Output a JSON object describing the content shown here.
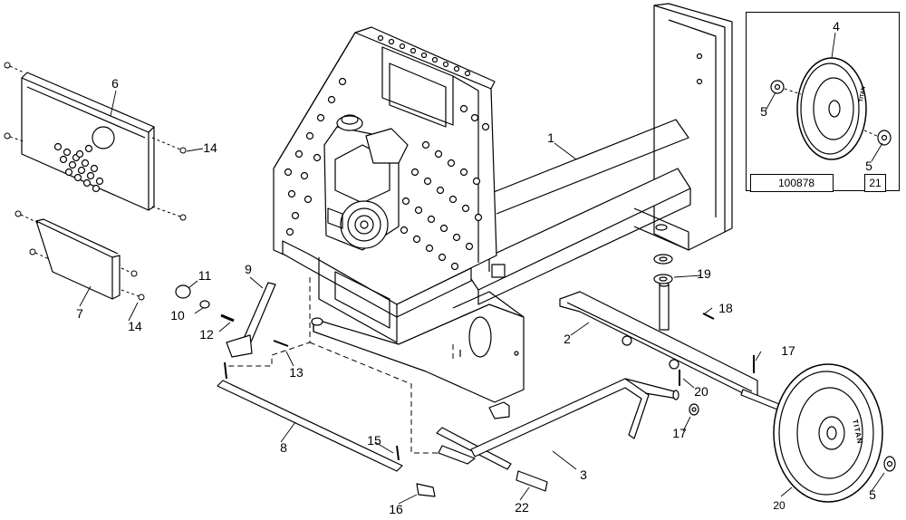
{
  "callouts": {
    "c1": "1",
    "c2": "2",
    "c3": "3",
    "c4": "4",
    "c5a": "5",
    "c5b": "5",
    "c5c": "5",
    "c6": "6",
    "c7": "7",
    "c8": "8",
    "c9": "9",
    "c10": "10",
    "c11": "11",
    "c12": "12",
    "c13": "13",
    "c14a": "14",
    "c14b": "14",
    "c15": "15",
    "c16": "16",
    "c17a": "17",
    "c17b": "17",
    "c18": "18",
    "c19": "19",
    "c20a": "20",
    "c20b": "20",
    "c21": "21",
    "c22": "22"
  },
  "inset": {
    "part_number": "100878",
    "tire_brand": "TITAN"
  },
  "wheel_brand": "TITAN"
}
